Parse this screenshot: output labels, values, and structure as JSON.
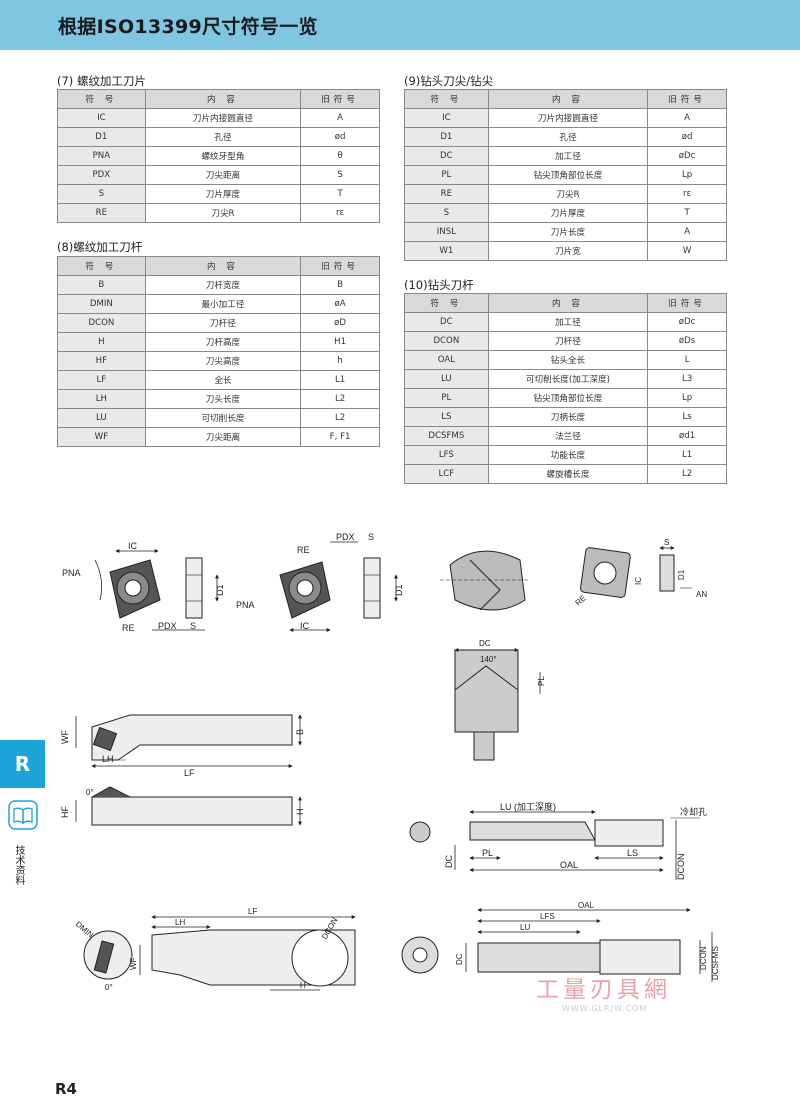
{
  "header": {
    "title": "根据ISO13399尺寸符号一览"
  },
  "table_header": {
    "symbol": "符 号",
    "content": "内 容",
    "old": "旧符号"
  },
  "sections": {
    "s7": {
      "title": "(7) 螺纹加工刀片",
      "rows": [
        [
          "IC",
          "刀片内接圆直径",
          "A"
        ],
        [
          "D1",
          "孔径",
          "ød"
        ],
        [
          "PNA",
          "螺纹牙型角",
          "θ"
        ],
        [
          "PDX",
          "刀尖距离",
          "S"
        ],
        [
          "S",
          "刀片厚度",
          "T"
        ],
        [
          "RE",
          "刀尖R",
          "rε"
        ]
      ]
    },
    "s8": {
      "title": "(8)螺纹加工刀杆",
      "rows": [
        [
          "B",
          "刀杆宽度",
          "B"
        ],
        [
          "DMIN",
          "最小加工径",
          "øA"
        ],
        [
          "DCON",
          "刀杆径",
          "øD"
        ],
        [
          "H",
          "刀杆高度",
          "H1"
        ],
        [
          "HF",
          "刀尖高度",
          "h"
        ],
        [
          "LF",
          "全长",
          "L1"
        ],
        [
          "LH",
          "刀头长度",
          "L2"
        ],
        [
          "LU",
          "可切削长度",
          "L2"
        ],
        [
          "WF",
          "刀尖距离",
          "F, F1"
        ]
      ]
    },
    "s9": {
      "title": "(9)钻头刀尖/钻尖",
      "rows": [
        [
          "IC",
          "刀片内接圆直径",
          "A"
        ],
        [
          "D1",
          "孔径",
          "ød"
        ],
        [
          "DC",
          "加工径",
          "øDc"
        ],
        [
          "PL",
          "钻尖顶角部位长度",
          "Lp"
        ],
        [
          "RE",
          "刀尖R",
          "rε"
        ],
        [
          "S",
          "刀片厚度",
          "T"
        ],
        [
          "INSL",
          "刀片长度",
          "A"
        ],
        [
          "W1",
          "刀片宽",
          "W"
        ]
      ]
    },
    "s10": {
      "title": "(10)钻头刀杆",
      "rows": [
        [
          "DC",
          "加工径",
          "øDc"
        ],
        [
          "DCON",
          "刀杆径",
          "øDs"
        ],
        [
          "OAL",
          "钻头全长",
          "L"
        ],
        [
          "LU",
          "可切削长度(加工深度)",
          "L3"
        ],
        [
          "PL",
          "钻尖顶角部位长度",
          "Lp"
        ],
        [
          "LS",
          "刀柄长度",
          "Ls"
        ],
        [
          "DCSFMS",
          "法兰径",
          "ød1"
        ],
        [
          "LFS",
          "功能长度",
          "L1"
        ],
        [
          "LCF",
          "螺旋槽长度",
          "L2"
        ]
      ]
    }
  },
  "drawing_labels": {
    "ic": "IC",
    "pna": "PNA",
    "re": "RE",
    "pdx": "PDX",
    "s": "S",
    "d1": "D1",
    "an": "AN",
    "dc": "DC",
    "angle140": "140°",
    "pl": "PL",
    "wf": "WF",
    "b": "B",
    "lh": "LH",
    "lf": "LF",
    "hf": "HF",
    "h": "H",
    "zero": "0°",
    "lu_depth": "LU (加工深度)",
    "coolant": "冷却孔",
    "oal": "OAL",
    "ls": "LS",
    "dcon": "DCON",
    "dmin": "DMIN",
    "lfs": "LFS",
    "lu": "LU",
    "dcsfms": "DCSFMS"
  },
  "side": {
    "tab": "R",
    "label": "技术资料",
    "icon": "book-icon"
  },
  "watermark": {
    "text": "工量刃具網",
    "url": "WWW.GLRJW.COM"
  },
  "page_number": "R4",
  "colors": {
    "header": "#7fc6e3",
    "side_tab": "#1ca4d9",
    "watermark": "#e9a3a8"
  }
}
